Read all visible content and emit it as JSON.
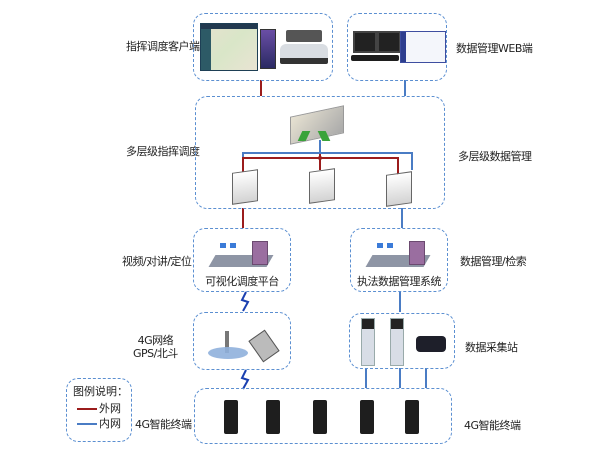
{
  "left_labels": {
    "client": "指挥调度客户端",
    "multi_command": "多层级指挥调度",
    "video": "视频/对讲/定位",
    "network_line1": "4G网络",
    "network_line2": "GPS/北斗",
    "terminal": "4G智能终端"
  },
  "right_labels": {
    "web": "数据管理WEB端",
    "multi_data": "多层级数据管理",
    "data_search": "数据管理/检索",
    "collection": "数据采集站",
    "terminal": "4G智能终端"
  },
  "platforms": {
    "visual_dispatch": "可视化调度平台",
    "law_enforcement": "执法数据管理系统"
  },
  "legend": {
    "title": "图例说明：",
    "items": [
      {
        "label": "外网",
        "color": "#9b1c1c"
      },
      {
        "label": "内网",
        "color": "#4a7cc4"
      }
    ]
  },
  "terminal_count": 5,
  "colors": {
    "outer_net": "#9b1c1c",
    "inner_net": "#4a7cc4",
    "box_border": "#5b8fd1"
  }
}
